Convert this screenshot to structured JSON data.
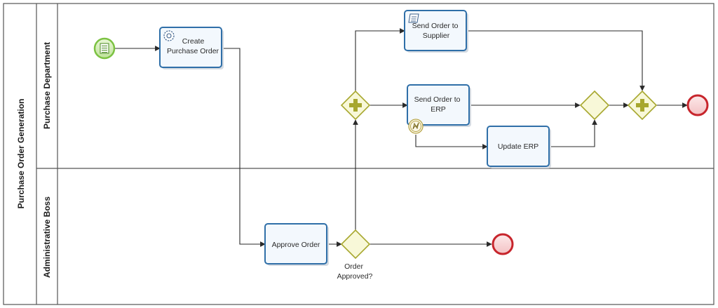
{
  "pool": {
    "name": "Purchase Order Generation",
    "lanes": [
      "Purchase Department",
      "Administrative Boss"
    ]
  },
  "tasks": {
    "create_po": [
      "Create",
      "Purchase Order"
    ],
    "send_supplier": [
      "Send Order to",
      "Supplier"
    ],
    "send_erp": [
      "Send Order to",
      "ERP"
    ],
    "update_erp": [
      "Update ERP"
    ],
    "approve": [
      "Approve Order"
    ]
  },
  "gateways": {
    "order_approved": [
      "Order",
      "Approved?"
    ]
  },
  "colors": {
    "task_border": "#2f6fa8",
    "start_event": "#7cc242",
    "end_event": "#c7252c",
    "gateway": "#a7a72e"
  }
}
